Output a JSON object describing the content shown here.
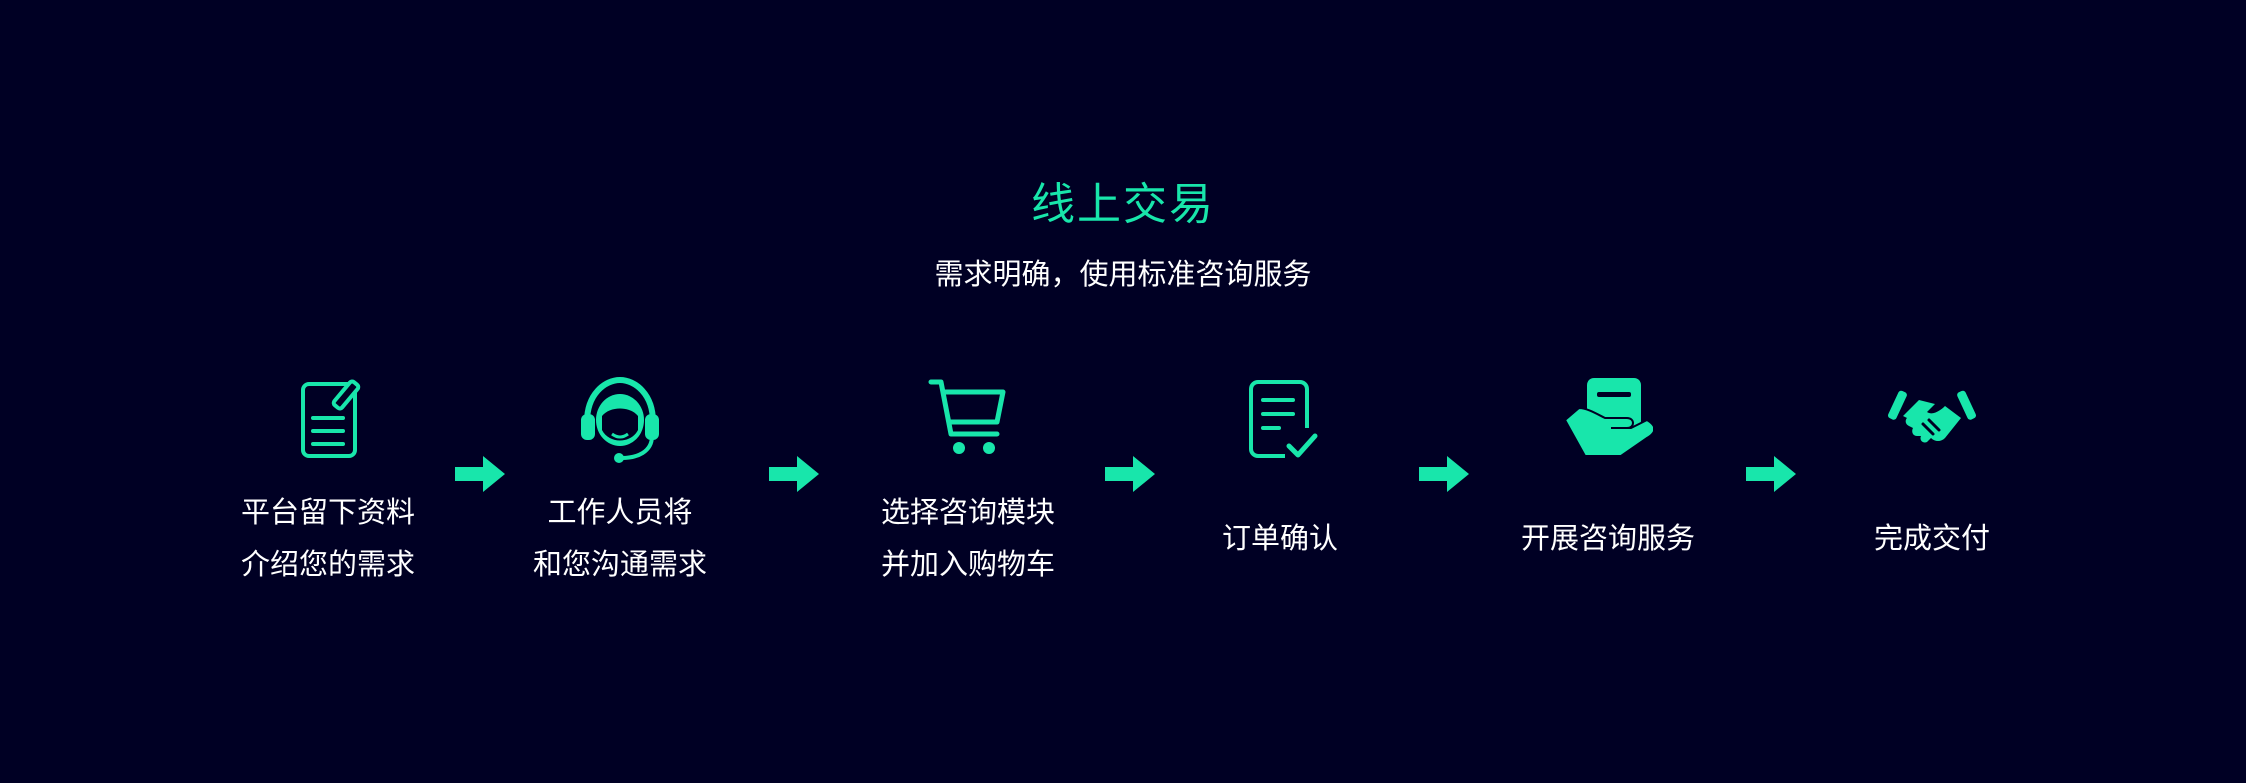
{
  "header": {
    "title": "线上交易",
    "subtitle": "需求明确，使用标准咨询服务"
  },
  "colors": {
    "background": "#000024",
    "accent": "#18e6ab",
    "text": "#ffffff"
  },
  "steps": [
    {
      "icon": "form-edit-icon",
      "line1": "平台留下资料",
      "line2": "介绍您的需求"
    },
    {
      "icon": "customer-service-headset-icon",
      "line1": "工作人员将",
      "line2": "和您沟通需求"
    },
    {
      "icon": "shopping-cart-icon",
      "line1": "选择咨询模块",
      "line2": "并加入购物车"
    },
    {
      "icon": "order-checklist-icon",
      "line1": "订单确认"
    },
    {
      "icon": "consulting-service-icon",
      "line1": "开展咨询服务"
    },
    {
      "icon": "handshake-icon",
      "line1": "完成交付"
    }
  ]
}
